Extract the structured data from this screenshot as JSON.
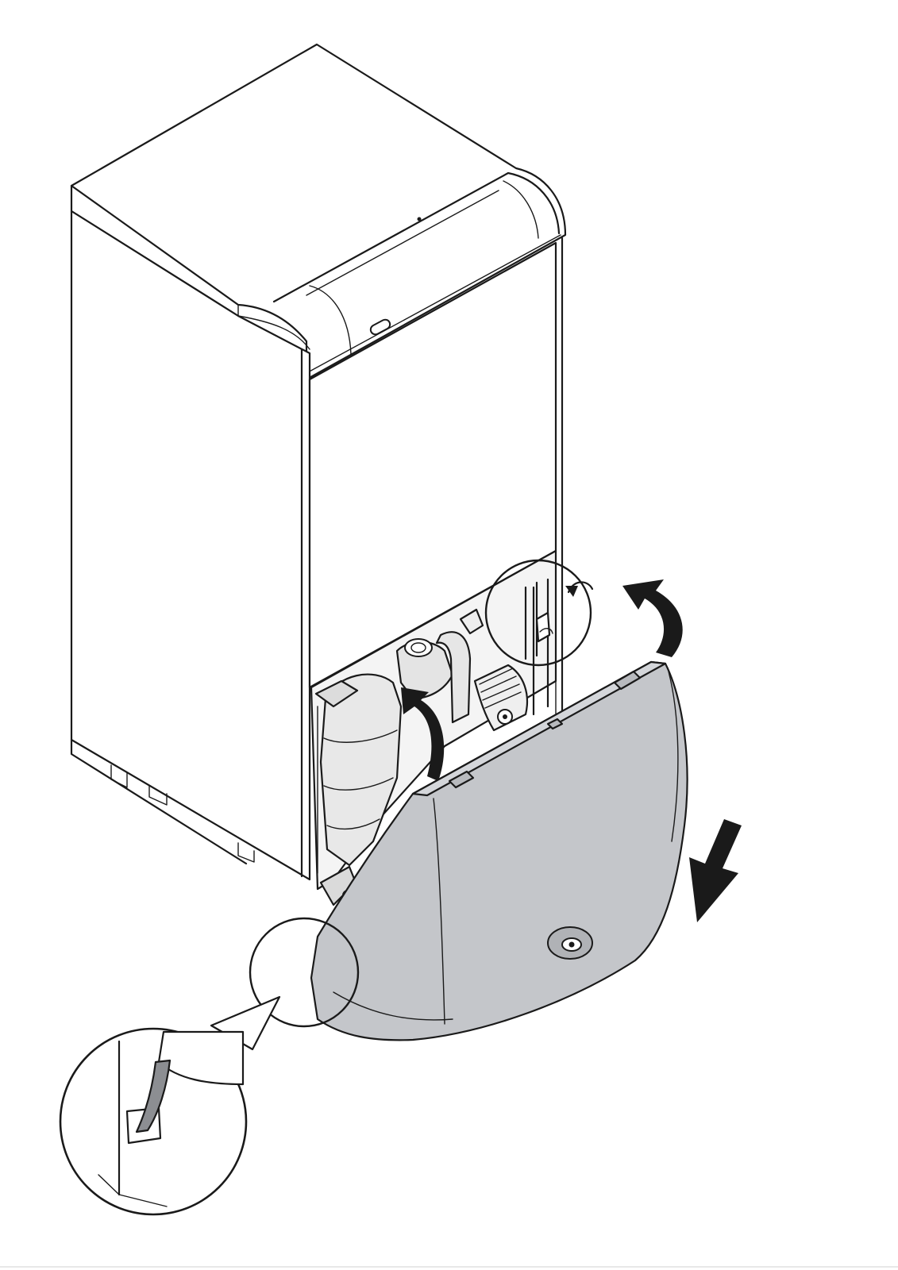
{
  "figure": {
    "description_visible_text": "",
    "colors": {
      "line": "#1a1a1a",
      "panel_fill": "#c4c6ca",
      "panel_shade": "#b0b2b6",
      "interior_fill": "#e6e6e6",
      "arrow_fill": "#1a1a1a",
      "background": "#ffffff"
    },
    "icons": [
      "boiler-cabinet",
      "front-panel-lower",
      "detail-circle-hinge",
      "detail-circle-clip",
      "curved-arrow-lift-icon",
      "curved-arrow-rotate-icon",
      "straight-arrow-down-icon",
      "zoom-callout-tab"
    ]
  }
}
